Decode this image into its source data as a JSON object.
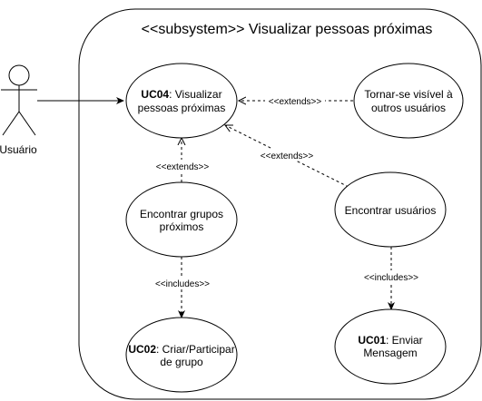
{
  "subsystem": {
    "title": "<<subsystem>> Visualizar pessoas próximas"
  },
  "actor": {
    "name": "Usuário"
  },
  "use_cases": {
    "uc04": {
      "id": "UC04",
      "line1": ": Visualizar",
      "line2": "pessoas próximas"
    },
    "visivel": {
      "line1": "Tornar-se visível à",
      "line2": "outros usuários"
    },
    "grupos": {
      "line1": "Encontrar grupos",
      "line2": "próximos"
    },
    "usuarios": {
      "line1": "Encontrar usuários"
    },
    "uc02": {
      "id": "UC02",
      "line1": ": Criar/Participar",
      "line2": "de grupo"
    },
    "uc01": {
      "id": "UC01",
      "line1": ": Enviar",
      "line2": "Mensagem"
    }
  },
  "relations": {
    "extends_visivel": "<<extends>>",
    "extends_usuarios": "<<extends>>",
    "extends_grupos": "<<extends>>",
    "includes_grupos": "<<includes>>",
    "includes_usuarios": "<<includes>>"
  },
  "colors": {
    "stroke": "#000000",
    "background": "#ffffff"
  }
}
